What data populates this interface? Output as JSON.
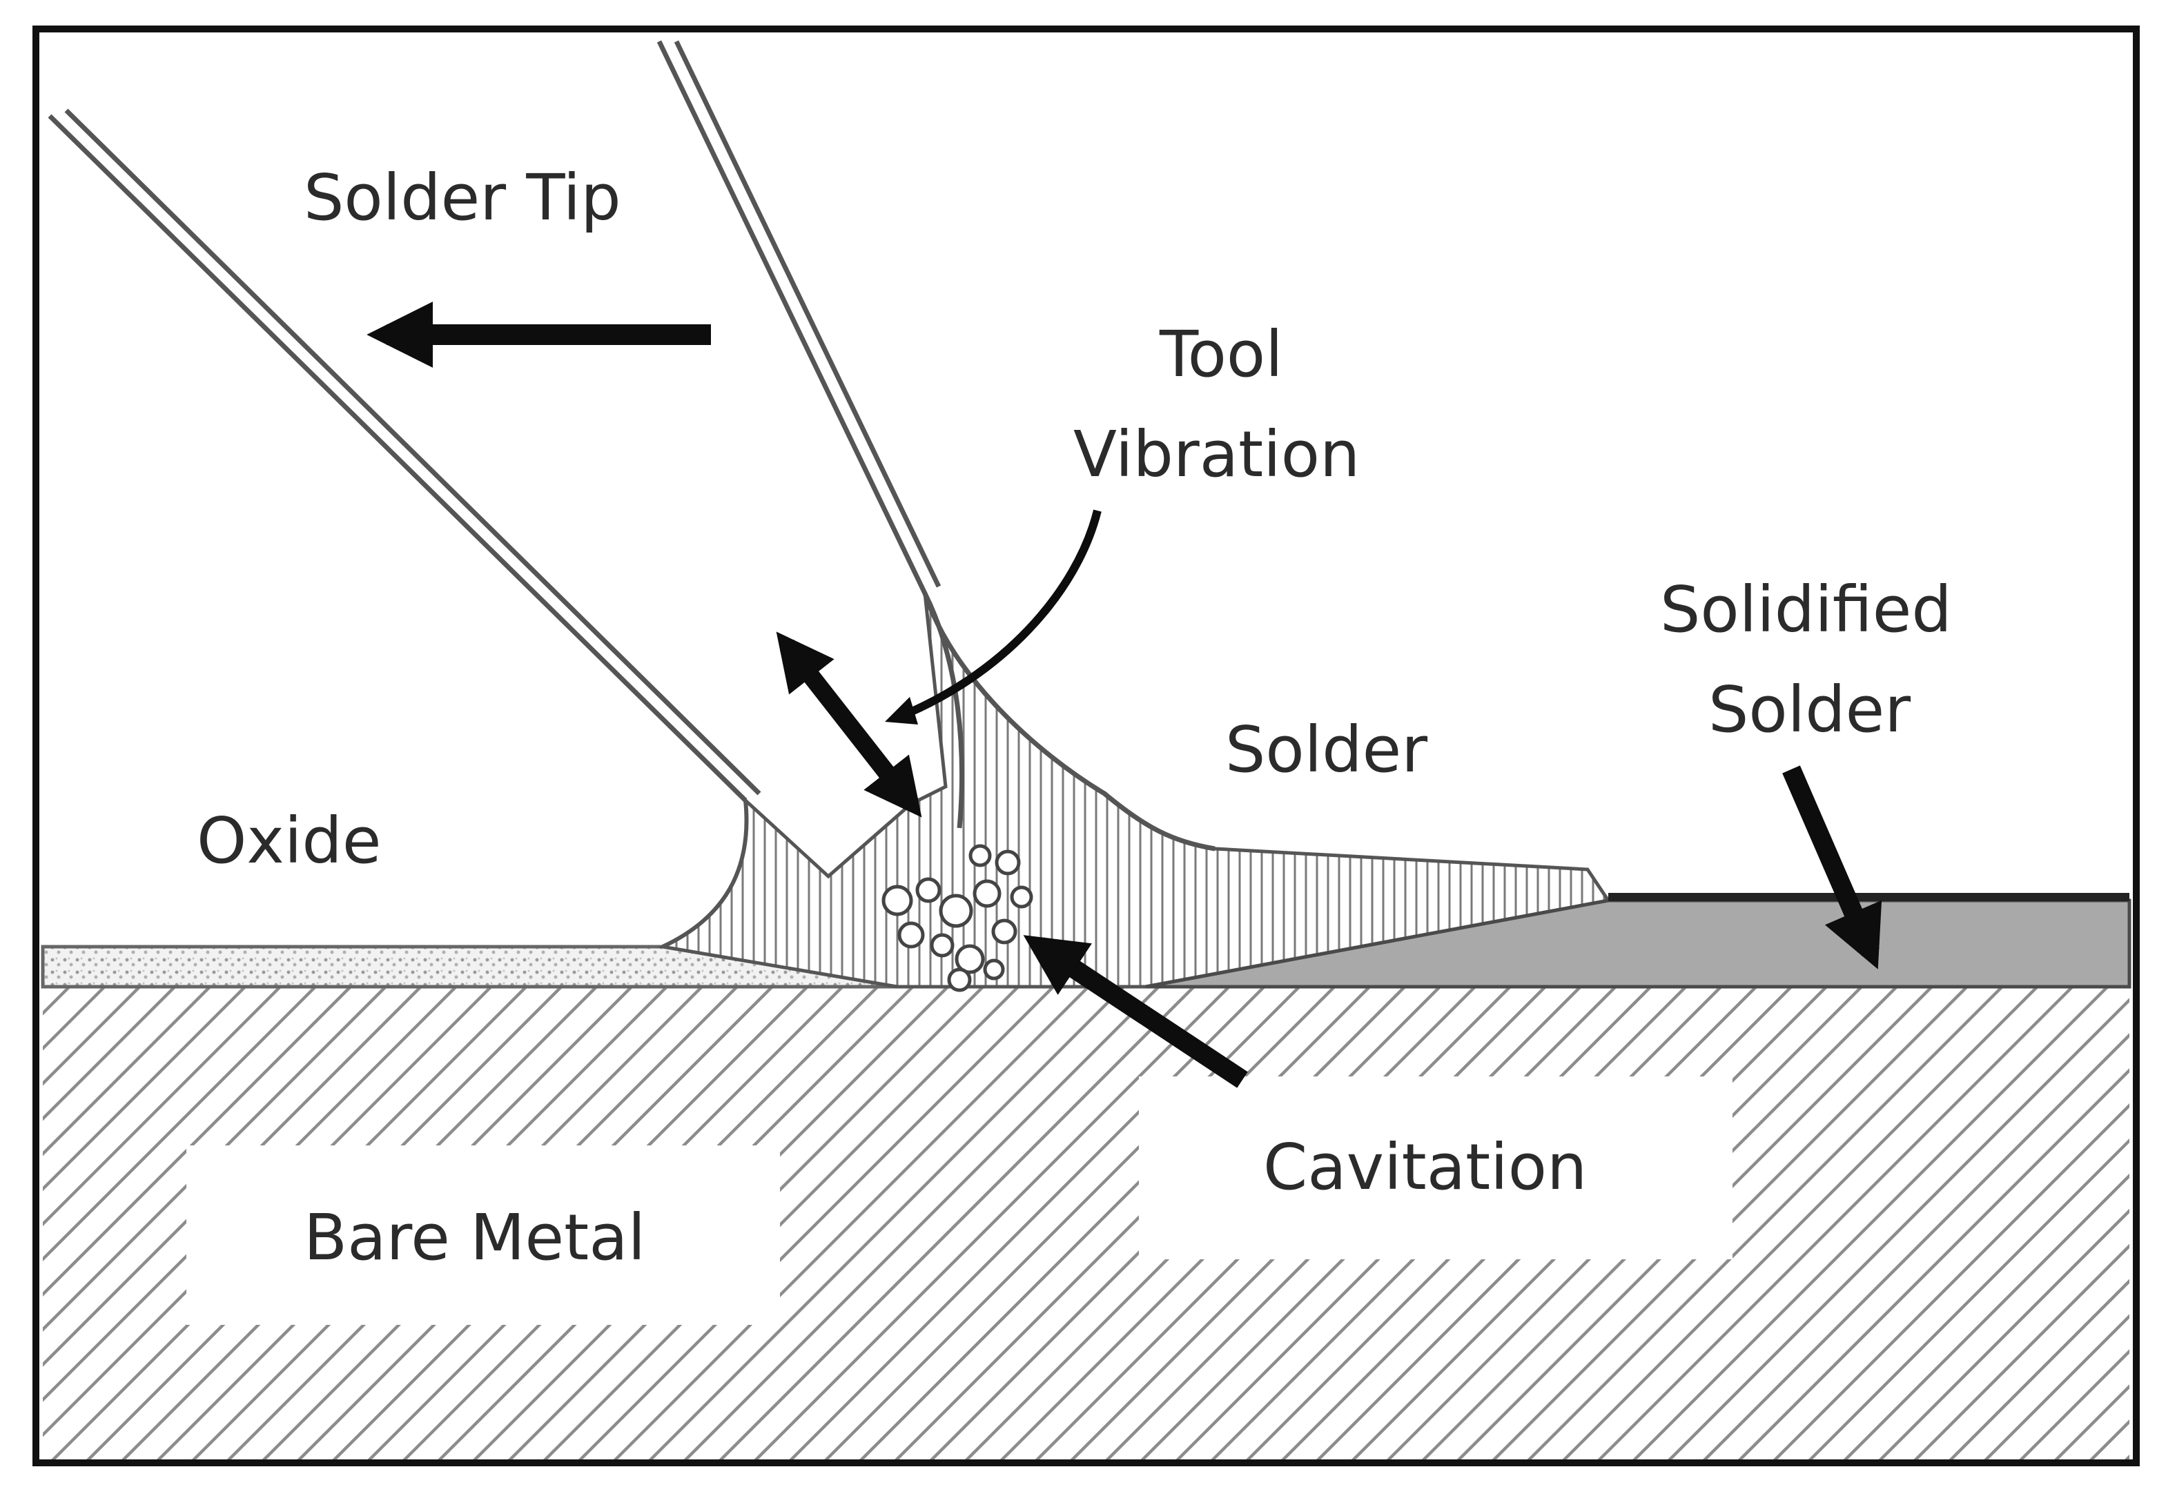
{
  "labels": {
    "solder_tip": "Solder Tip",
    "tool": "Tool",
    "vibration": "Vibration",
    "solidified_line1": "Solidified",
    "solidified_line2": "Solder",
    "solder": "Solder",
    "oxide": "Oxide",
    "cavitation": "Cavitation",
    "bare_metal": "Bare Metal"
  },
  "colors": {
    "frame": "#111111",
    "arrow": "#0d0d0d",
    "solid_solder": "#a9a9a9",
    "hatch": "#8c8c8c",
    "outline": "#555555",
    "text": "#2b2b2b"
  },
  "icons": {
    "cavitation_bubbles": "bubble-cluster",
    "vibration_arrow": "double-headed-arrow"
  }
}
